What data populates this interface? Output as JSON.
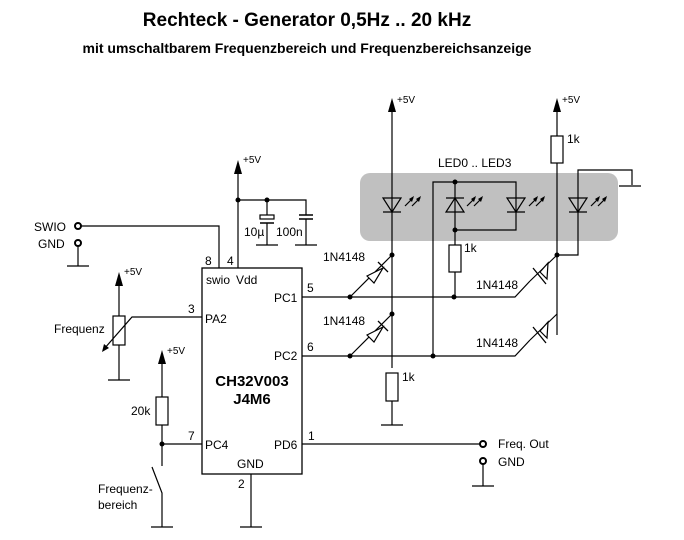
{
  "title": "Rechteck - Generator 0,5Hz .. 20 kHz",
  "subtitle": "mit umschaltbarem Frequenzbereich und Frequenzbereichsanzeige",
  "chip": {
    "name": "CH32V003",
    "package": "J4M6",
    "pins": {
      "swio": "swio",
      "vdd": "Vdd",
      "pa2": "PA2",
      "pc1": "PC1",
      "pc2": "PC2",
      "pc4": "PC4",
      "pd6": "PD6",
      "gnd": "GND"
    },
    "pin_numbers": {
      "swio": "8",
      "vdd": "4",
      "pa2": "3",
      "pc1": "5",
      "pc2": "6",
      "pc4": "7",
      "pd6": "1",
      "gnd": "2"
    }
  },
  "supply_label": "+5V",
  "connectors": {
    "swio": "SWIO",
    "gnd_prog": "GND",
    "freq_out": "Freq. Out",
    "gnd_out": "GND"
  },
  "components": {
    "cap1": "10µ",
    "cap2": "100n",
    "pot": "Frequenz",
    "pullup": "20k",
    "switch": "Frequenz-",
    "switch2": "bereich",
    "r_led_top": "1k",
    "r_led_mid": "1k",
    "r_led_bot": "1k",
    "diode": "1N4148"
  },
  "led_group_label": "LED0 .. LED3",
  "colors": {
    "led_panel": "#c0c0c0"
  }
}
